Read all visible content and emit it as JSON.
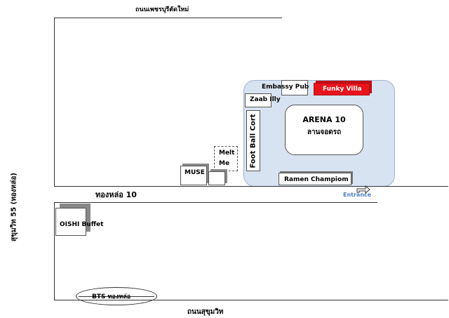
{
  "roads": {
    "top": "ถนนเพชรบุรีตัดใหม่",
    "soi": "ทองหล่อ 10",
    "left": "สุขุมวิท 55  (ทองหล่อ)",
    "bottom": "ถนนสุขุมวิท"
  },
  "places": {
    "embassy_pub": "Embassy Pub",
    "funky_villa": "Funky Villa",
    "zaab_illy": "Zaab Illy",
    "arena_title": "ARENA 10",
    "arena_sub": "ลานจอดรถ",
    "football": "Foot Ball Cort",
    "ramen": "Ramen Champiom",
    "entrance": "Entrance",
    "muse": "MUSE",
    "melt_line1": "Melt",
    "melt_line2": "Me",
    "oishi": "OISHI Buffet",
    "bts": "BTS ทองหล่อ"
  },
  "colors": {
    "funky_villa": "#e8141c",
    "arena_zone": "#d8e3f1",
    "entrance": "#4a7fc0"
  },
  "icons": {
    "entrance": "entrance-arrow-icon"
  }
}
